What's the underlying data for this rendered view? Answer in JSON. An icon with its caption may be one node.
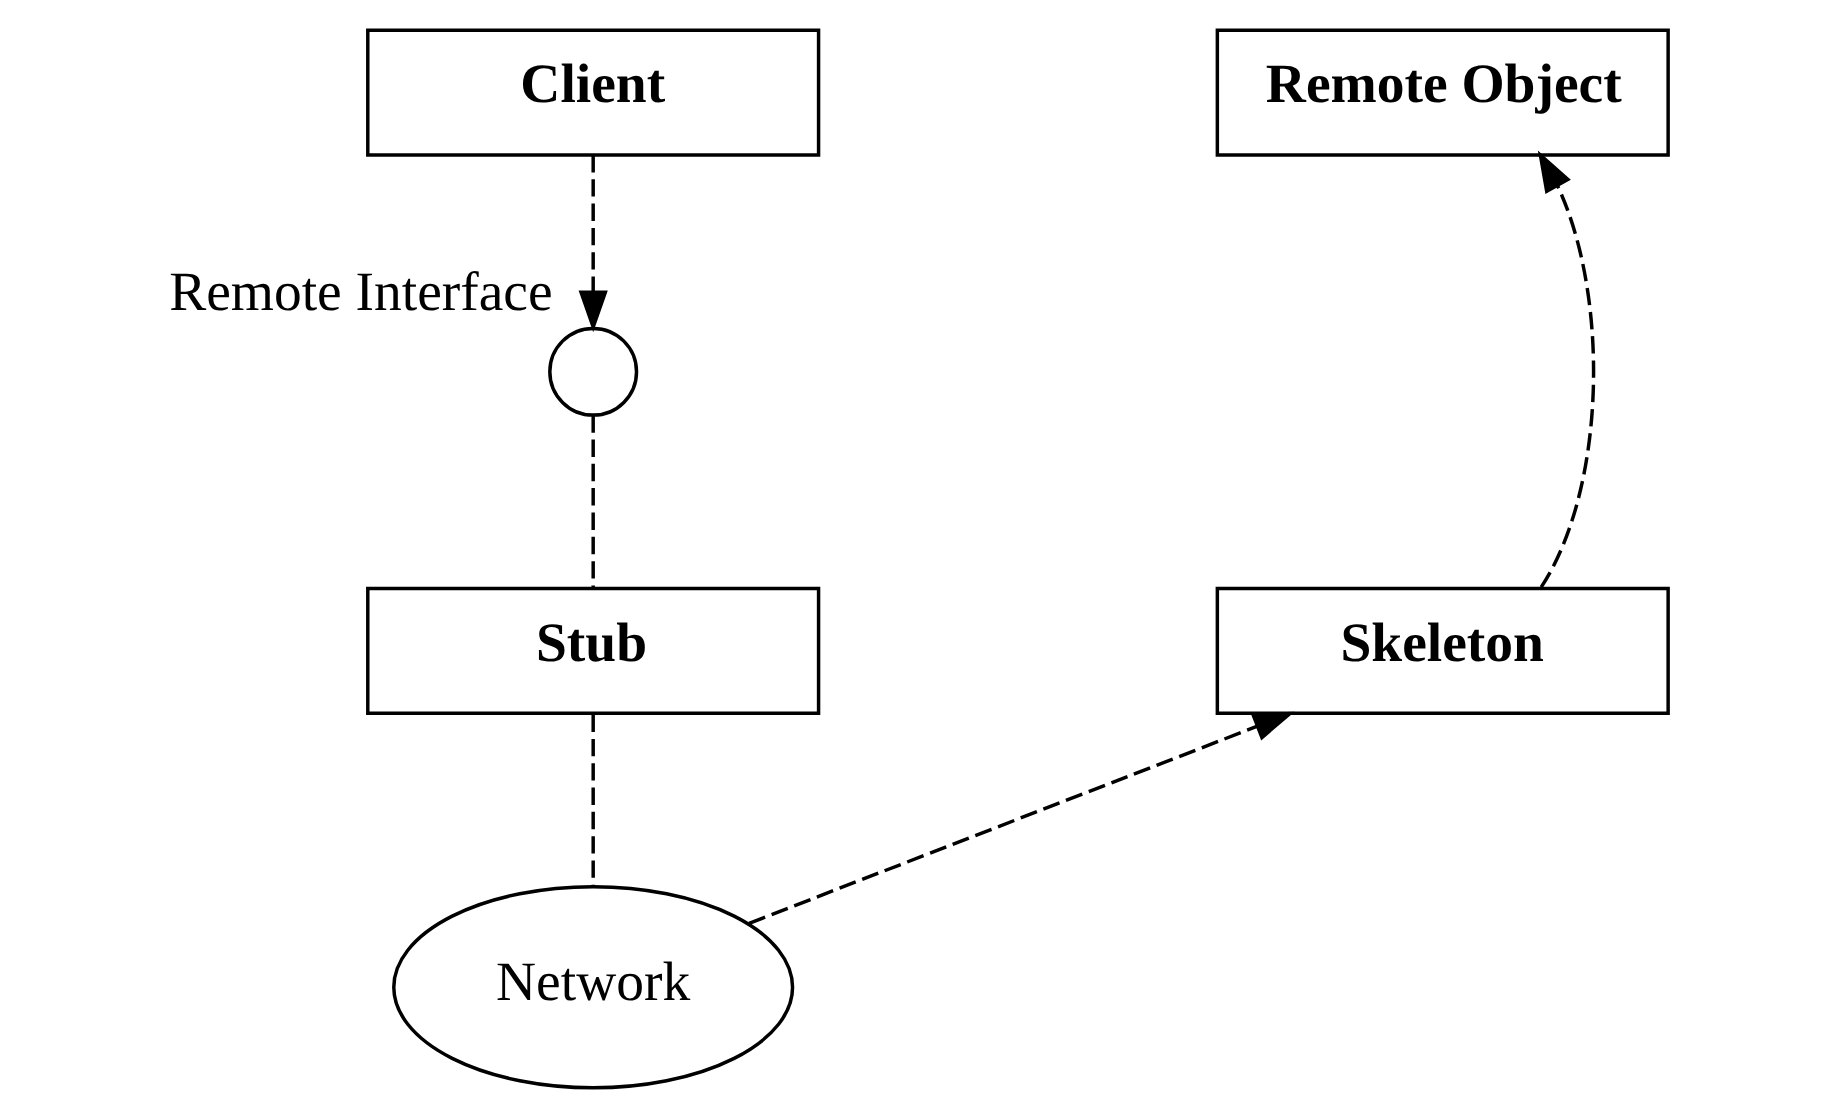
{
  "diagram": {
    "nodes": [
      {
        "text": [
          "Client"
        ]
      },
      {
        "text": [
          "Remote Object"
        ]
      },
      {
        "text": [],
        "shape": "circle",
        "beside": [
          "Remote Interface"
        ]
      },
      {
        "text": [
          "Stub"
        ]
      },
      {
        "text": [
          "Skeleton"
        ]
      },
      {
        "text": [
          "Network"
        ]
      }
    ],
    "edges": [
      {
        "from": 0,
        "to": 2,
        "arrow": "to",
        "style": "dashed"
      },
      {
        "from": 2,
        "to": 3,
        "arrow": "none",
        "style": "dashed"
      },
      {
        "from": 3,
        "to": 5,
        "arrow": "none",
        "style": "dashed"
      },
      {
        "from": 5,
        "to": 4,
        "arrow": "to",
        "style": "dashed"
      },
      {
        "from": 4,
        "to": 1,
        "arrow": "to",
        "style": "dashed"
      }
    ]
  }
}
